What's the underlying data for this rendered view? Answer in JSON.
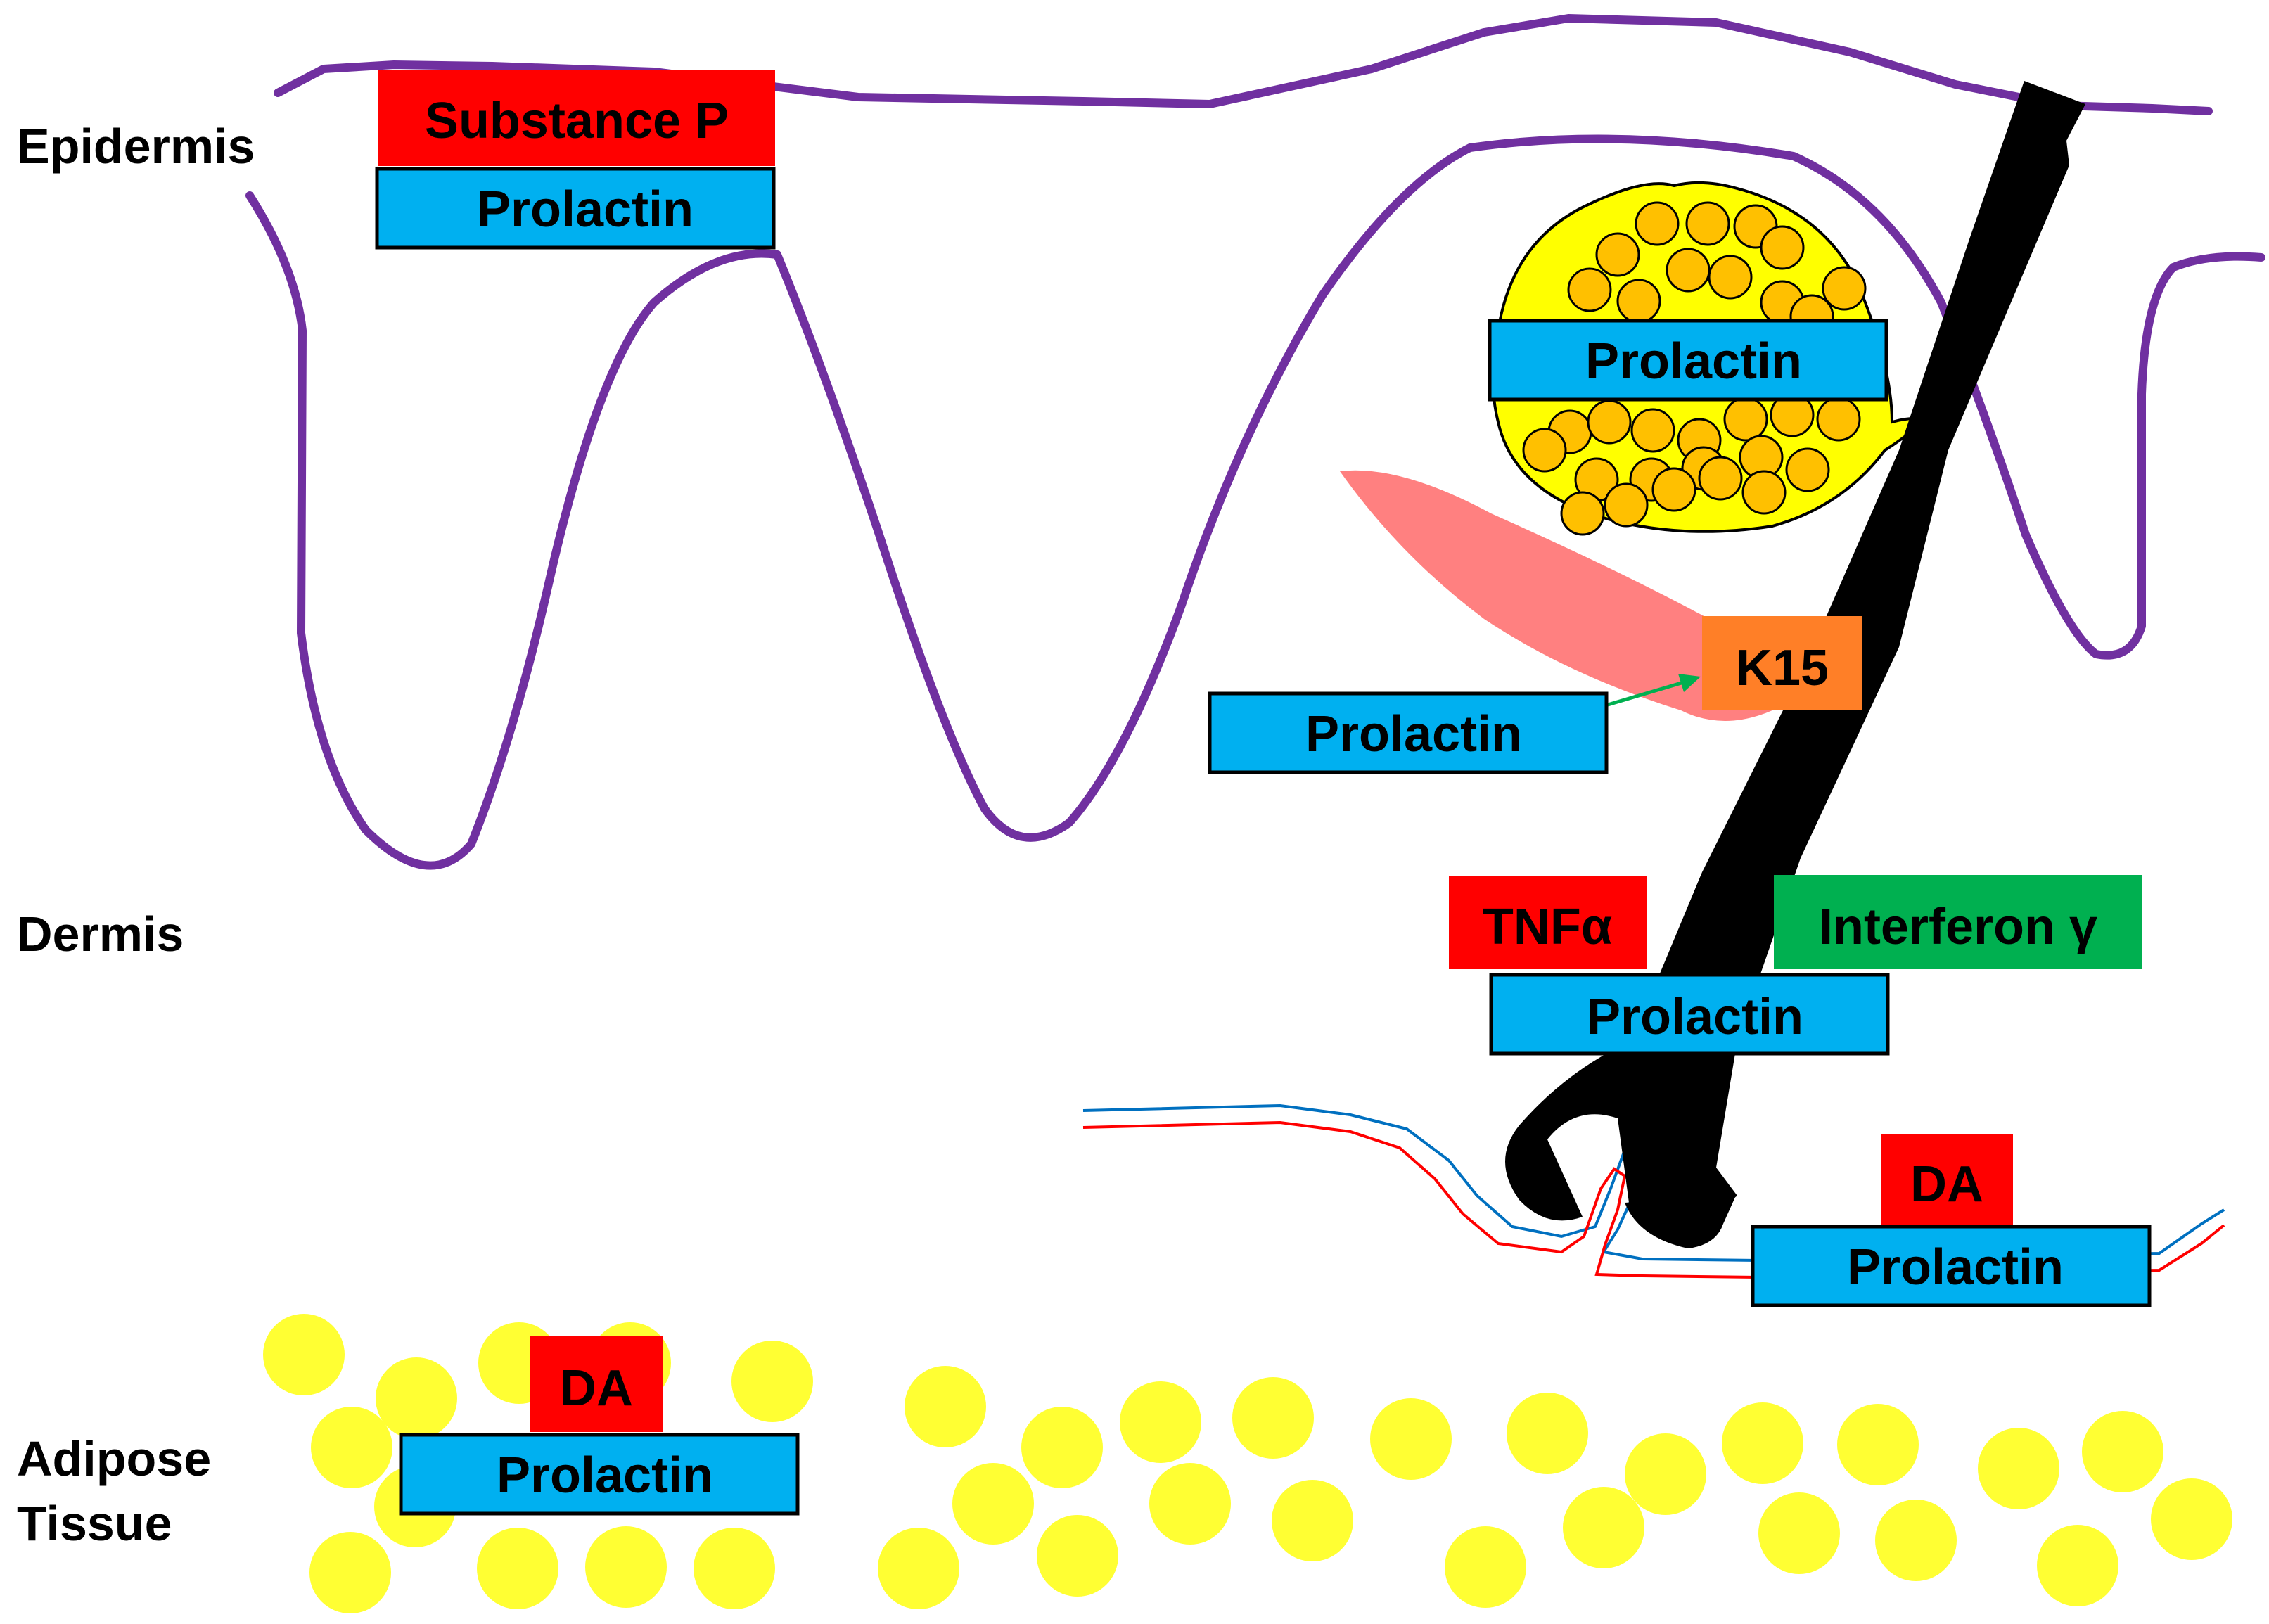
{
  "layers": {
    "epidermis": "Epidermis",
    "dermis": "Dermis",
    "adipose_line1": "Adipose",
    "adipose_line2": "Tissue"
  },
  "labels": {
    "substance_p": "Substance P",
    "prolactin": "Prolactin",
    "k15": "K15",
    "tnf_alpha": "TNFα",
    "interferon_gamma": "Interferon γ",
    "da": "DA"
  },
  "colors": {
    "epidermis_line": "#7030A0",
    "prolactin_box": "#00B0F0",
    "red_box": "#FF0000",
    "orange_box": "#FF7F27",
    "green_box": "#00B050",
    "sebaceous_gland": "#FFFF00",
    "sebocyte": "#FFC000",
    "arrector_pili": "#FF8080",
    "hair": "#000000",
    "adipocyte": "#FFFF33",
    "vessel_blue": "#0070C0",
    "vessel_red": "#FF0000"
  },
  "icons": {
    "hair_follicle": "hair-follicle-icon",
    "sebaceous_gland": "sebaceous-gland-icon",
    "arrector_pili": "arrector-pili-muscle-icon",
    "blood_vessel": "blood-vessel-icon",
    "adipocyte": "adipocyte-icon"
  }
}
